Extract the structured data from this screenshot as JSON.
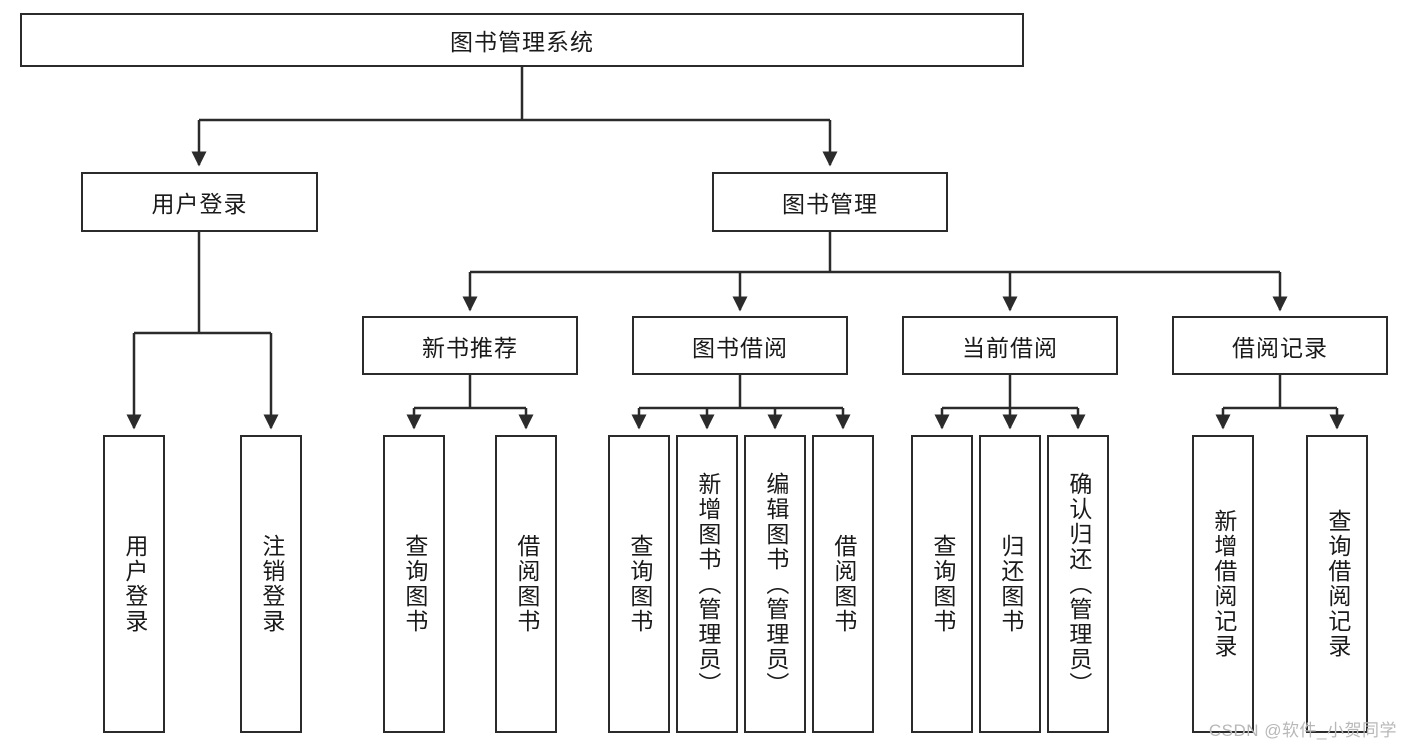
{
  "diagram": {
    "title": "图书管理系统",
    "type": "tree-hierarchy-diagram",
    "root": {
      "label": "图书管理系统"
    },
    "level2": [
      {
        "label": "用户登录"
      },
      {
        "label": "图书管理"
      }
    ],
    "level3": [
      {
        "label": "新书推荐"
      },
      {
        "label": "图书借阅"
      },
      {
        "label": "当前借阅"
      },
      {
        "label": "借阅记录"
      }
    ],
    "leaves": {
      "user_login": [
        {
          "label": "用户登录"
        },
        {
          "label": "注销登录"
        }
      ],
      "new_book_recommend": [
        {
          "label": "查询图书"
        },
        {
          "label": "借阅图书"
        }
      ],
      "book_borrow": [
        {
          "label": "查询图书"
        },
        {
          "label": "新增图书（管理员）"
        },
        {
          "label": "编辑图书（管理员）"
        },
        {
          "label": "借阅图书"
        }
      ],
      "current_borrow": [
        {
          "label": "查询图书"
        },
        {
          "label": "归还图书"
        },
        {
          "label": "确认归还（管理员）"
        }
      ],
      "borrow_record": [
        {
          "label": "新增借阅记录"
        },
        {
          "label": "查询借阅记录"
        }
      ]
    }
  },
  "watermark": {
    "text": "CSDN @软件_小贺同学"
  },
  "colors": {
    "border": "#2b2b2b",
    "background": "#ffffff",
    "text": "#1a1a1a",
    "watermark": "#b8b8b8"
  }
}
